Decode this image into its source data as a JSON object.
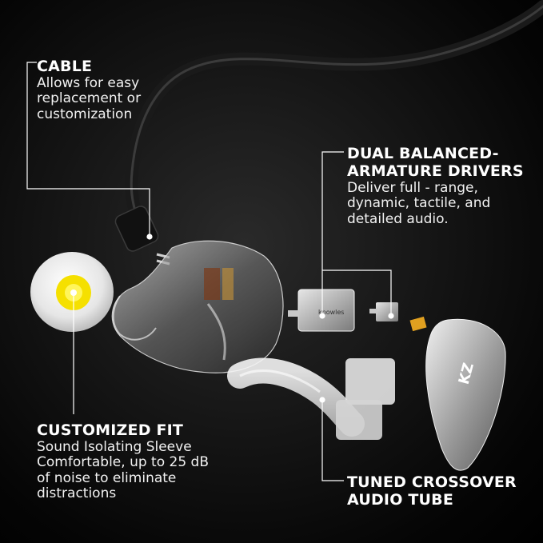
{
  "callouts": {
    "cable": {
      "title": "CABLE",
      "desc": [
        "Allows for easy",
        "replacement or",
        "customization"
      ]
    },
    "drivers": {
      "title": [
        "DUAL BALANCED-",
        "ARMATURE DRIVERS"
      ],
      "desc": [
        "Deliver full - range,",
        "dynamic, tactile, and",
        "detailed audio."
      ]
    },
    "fit": {
      "title": "CUSTOMIZED FIT",
      "desc": [
        "Sound Isolating Sleeve",
        "Comfortable, up to 25 dB",
        "of noise to eliminate",
        "distractions"
      ]
    },
    "tube": {
      "title": [
        "TUNED CROSSOVER",
        "AUDIO TUBE"
      ]
    }
  },
  "product_marks": {
    "driver_brand": "knowles",
    "shell_logo": "KZ"
  },
  "colors": {
    "background": "#000000",
    "text": "#ffffff",
    "eartip_core": "#f5e000",
    "leader_line": "#ffffff"
  }
}
